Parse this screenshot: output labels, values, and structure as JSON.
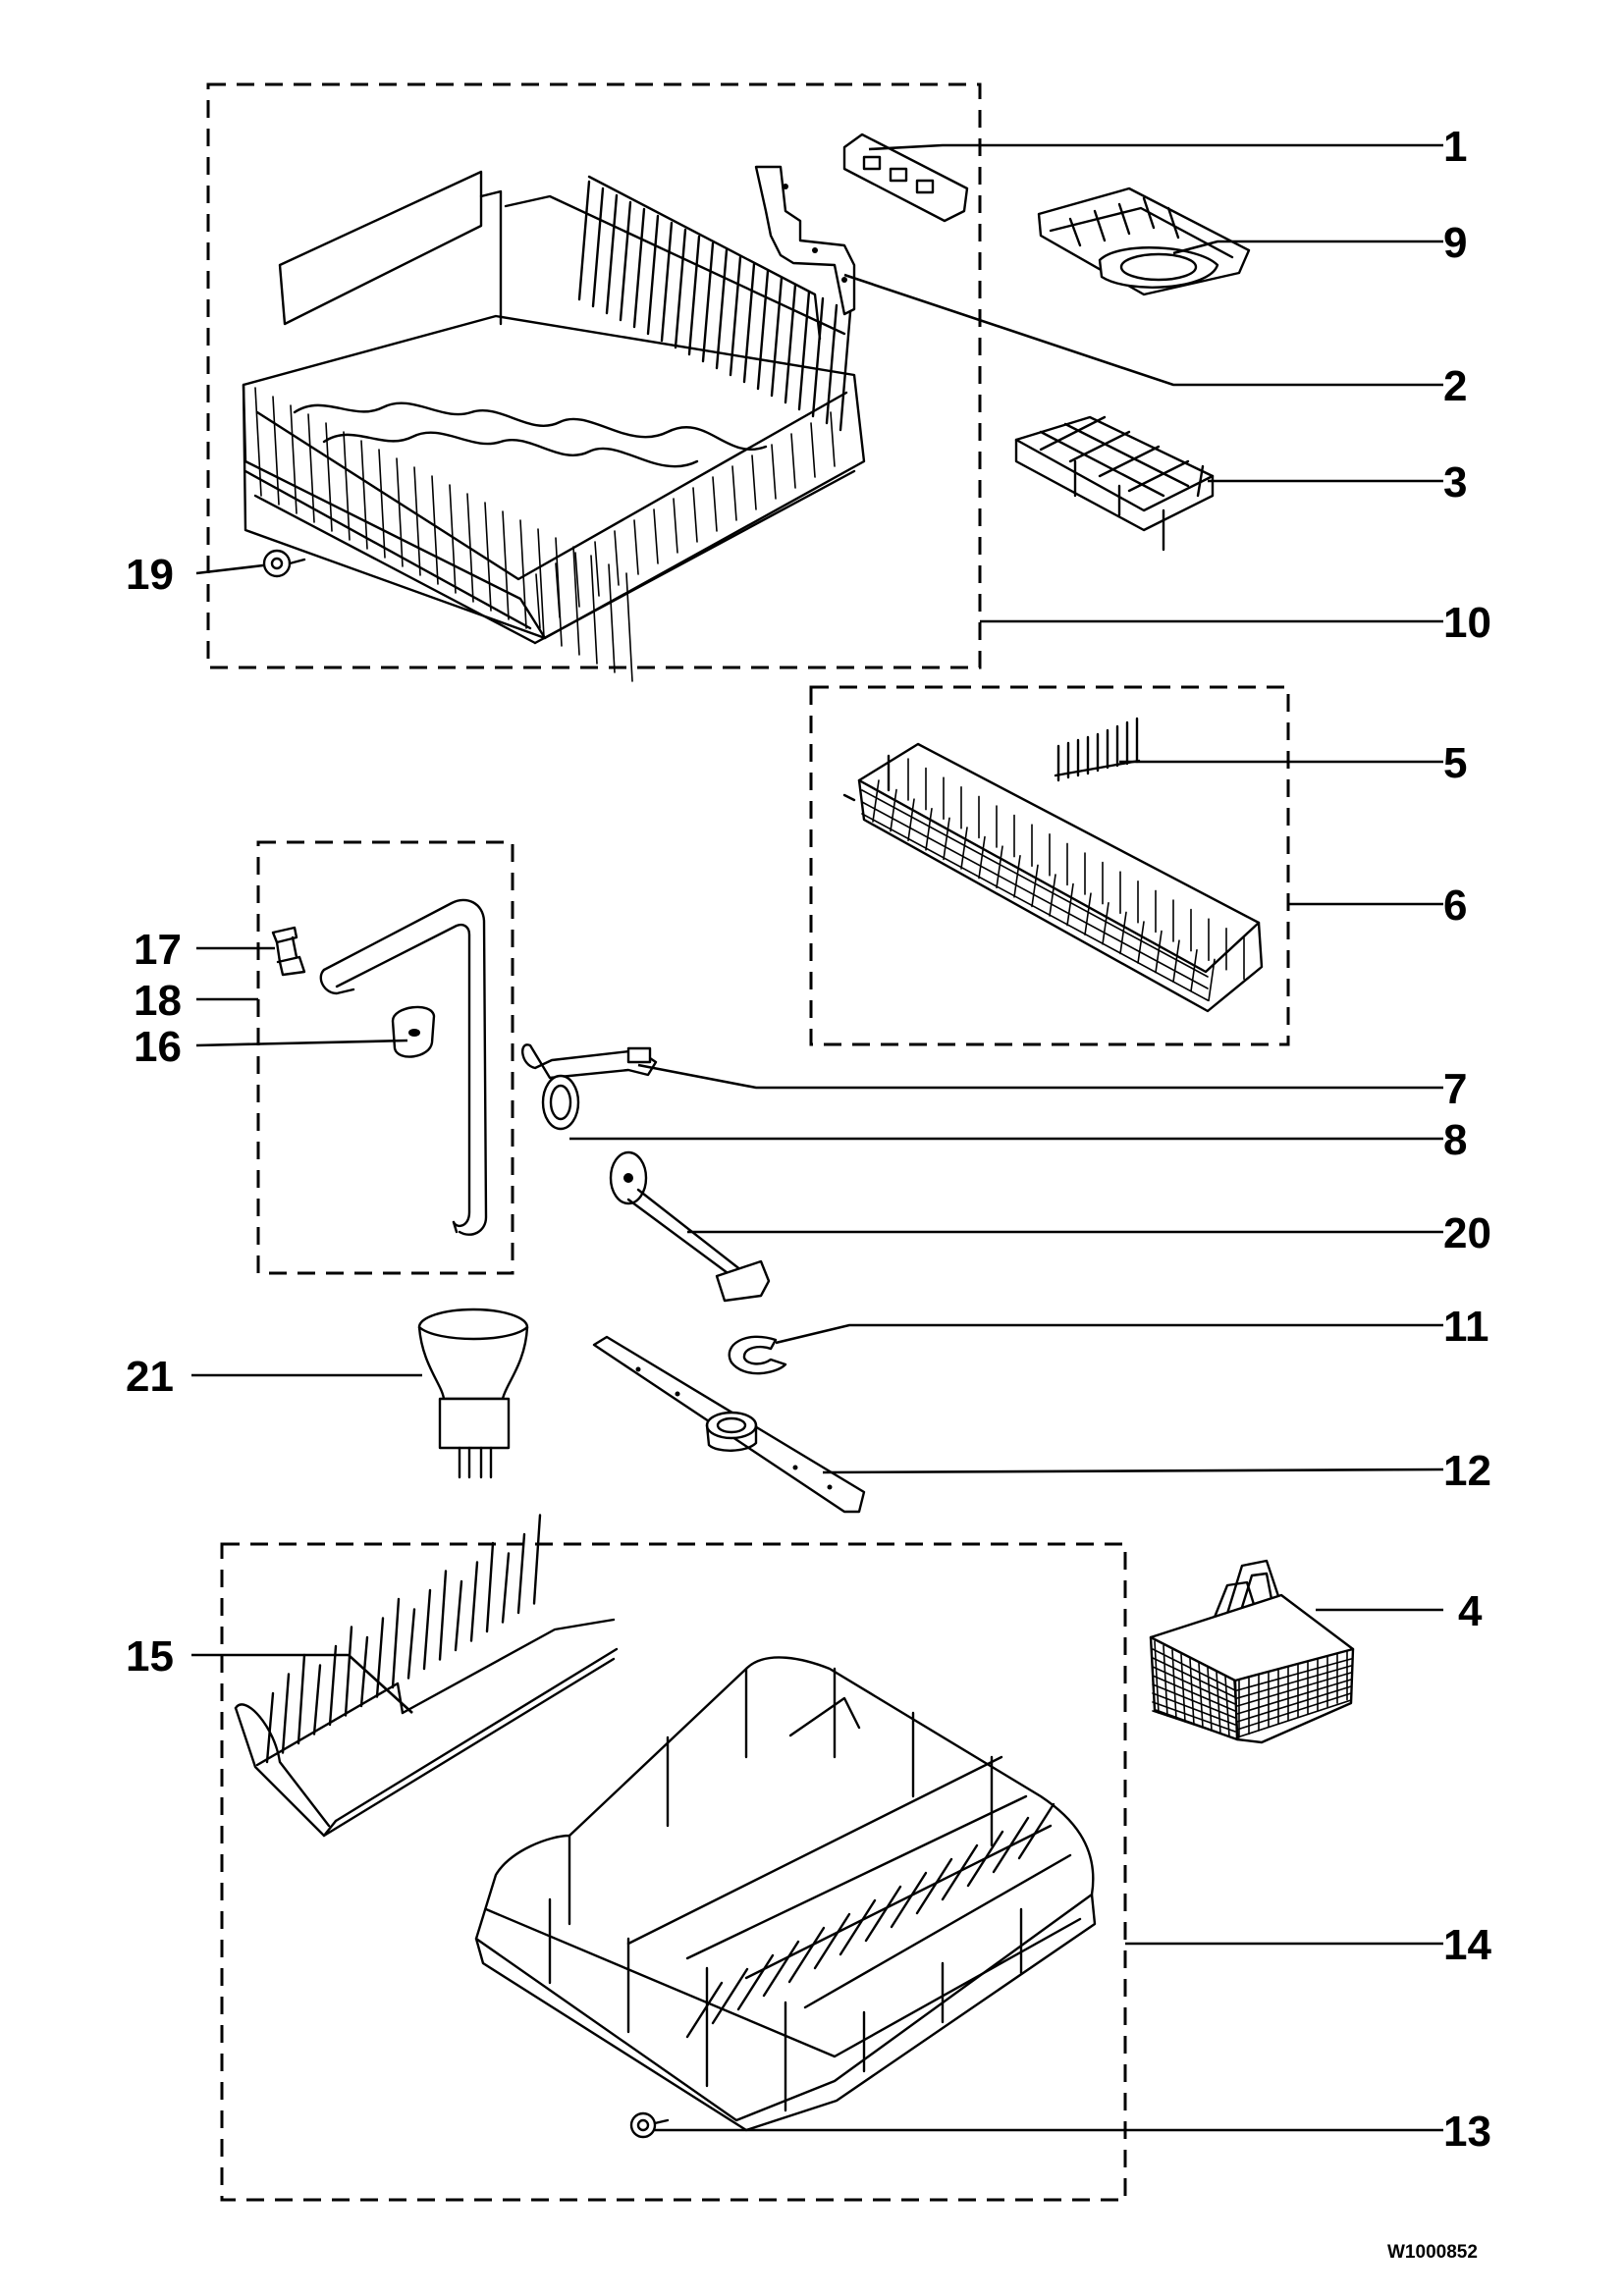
{
  "diagram": {
    "document_code": "W1000852",
    "callouts": [
      {
        "id": "1",
        "label": "1"
      },
      {
        "id": "2",
        "label": "2"
      },
      {
        "id": "3",
        "label": "3"
      },
      {
        "id": "4",
        "label": "4"
      },
      {
        "id": "5",
        "label": "5"
      },
      {
        "id": "6",
        "label": "6"
      },
      {
        "id": "7",
        "label": "7"
      },
      {
        "id": "8",
        "label": "8"
      },
      {
        "id": "9",
        "label": "9"
      },
      {
        "id": "10",
        "label": "10"
      },
      {
        "id": "11",
        "label": "11"
      },
      {
        "id": "12",
        "label": "12"
      },
      {
        "id": "13",
        "label": "13"
      },
      {
        "id": "14",
        "label": "14"
      },
      {
        "id": "15",
        "label": "15"
      },
      {
        "id": "16",
        "label": "16"
      },
      {
        "id": "17",
        "label": "17"
      },
      {
        "id": "18",
        "label": "18"
      },
      {
        "id": "19",
        "label": "19"
      },
      {
        "id": "20",
        "label": "20"
      },
      {
        "id": "21",
        "label": "21"
      }
    ]
  }
}
